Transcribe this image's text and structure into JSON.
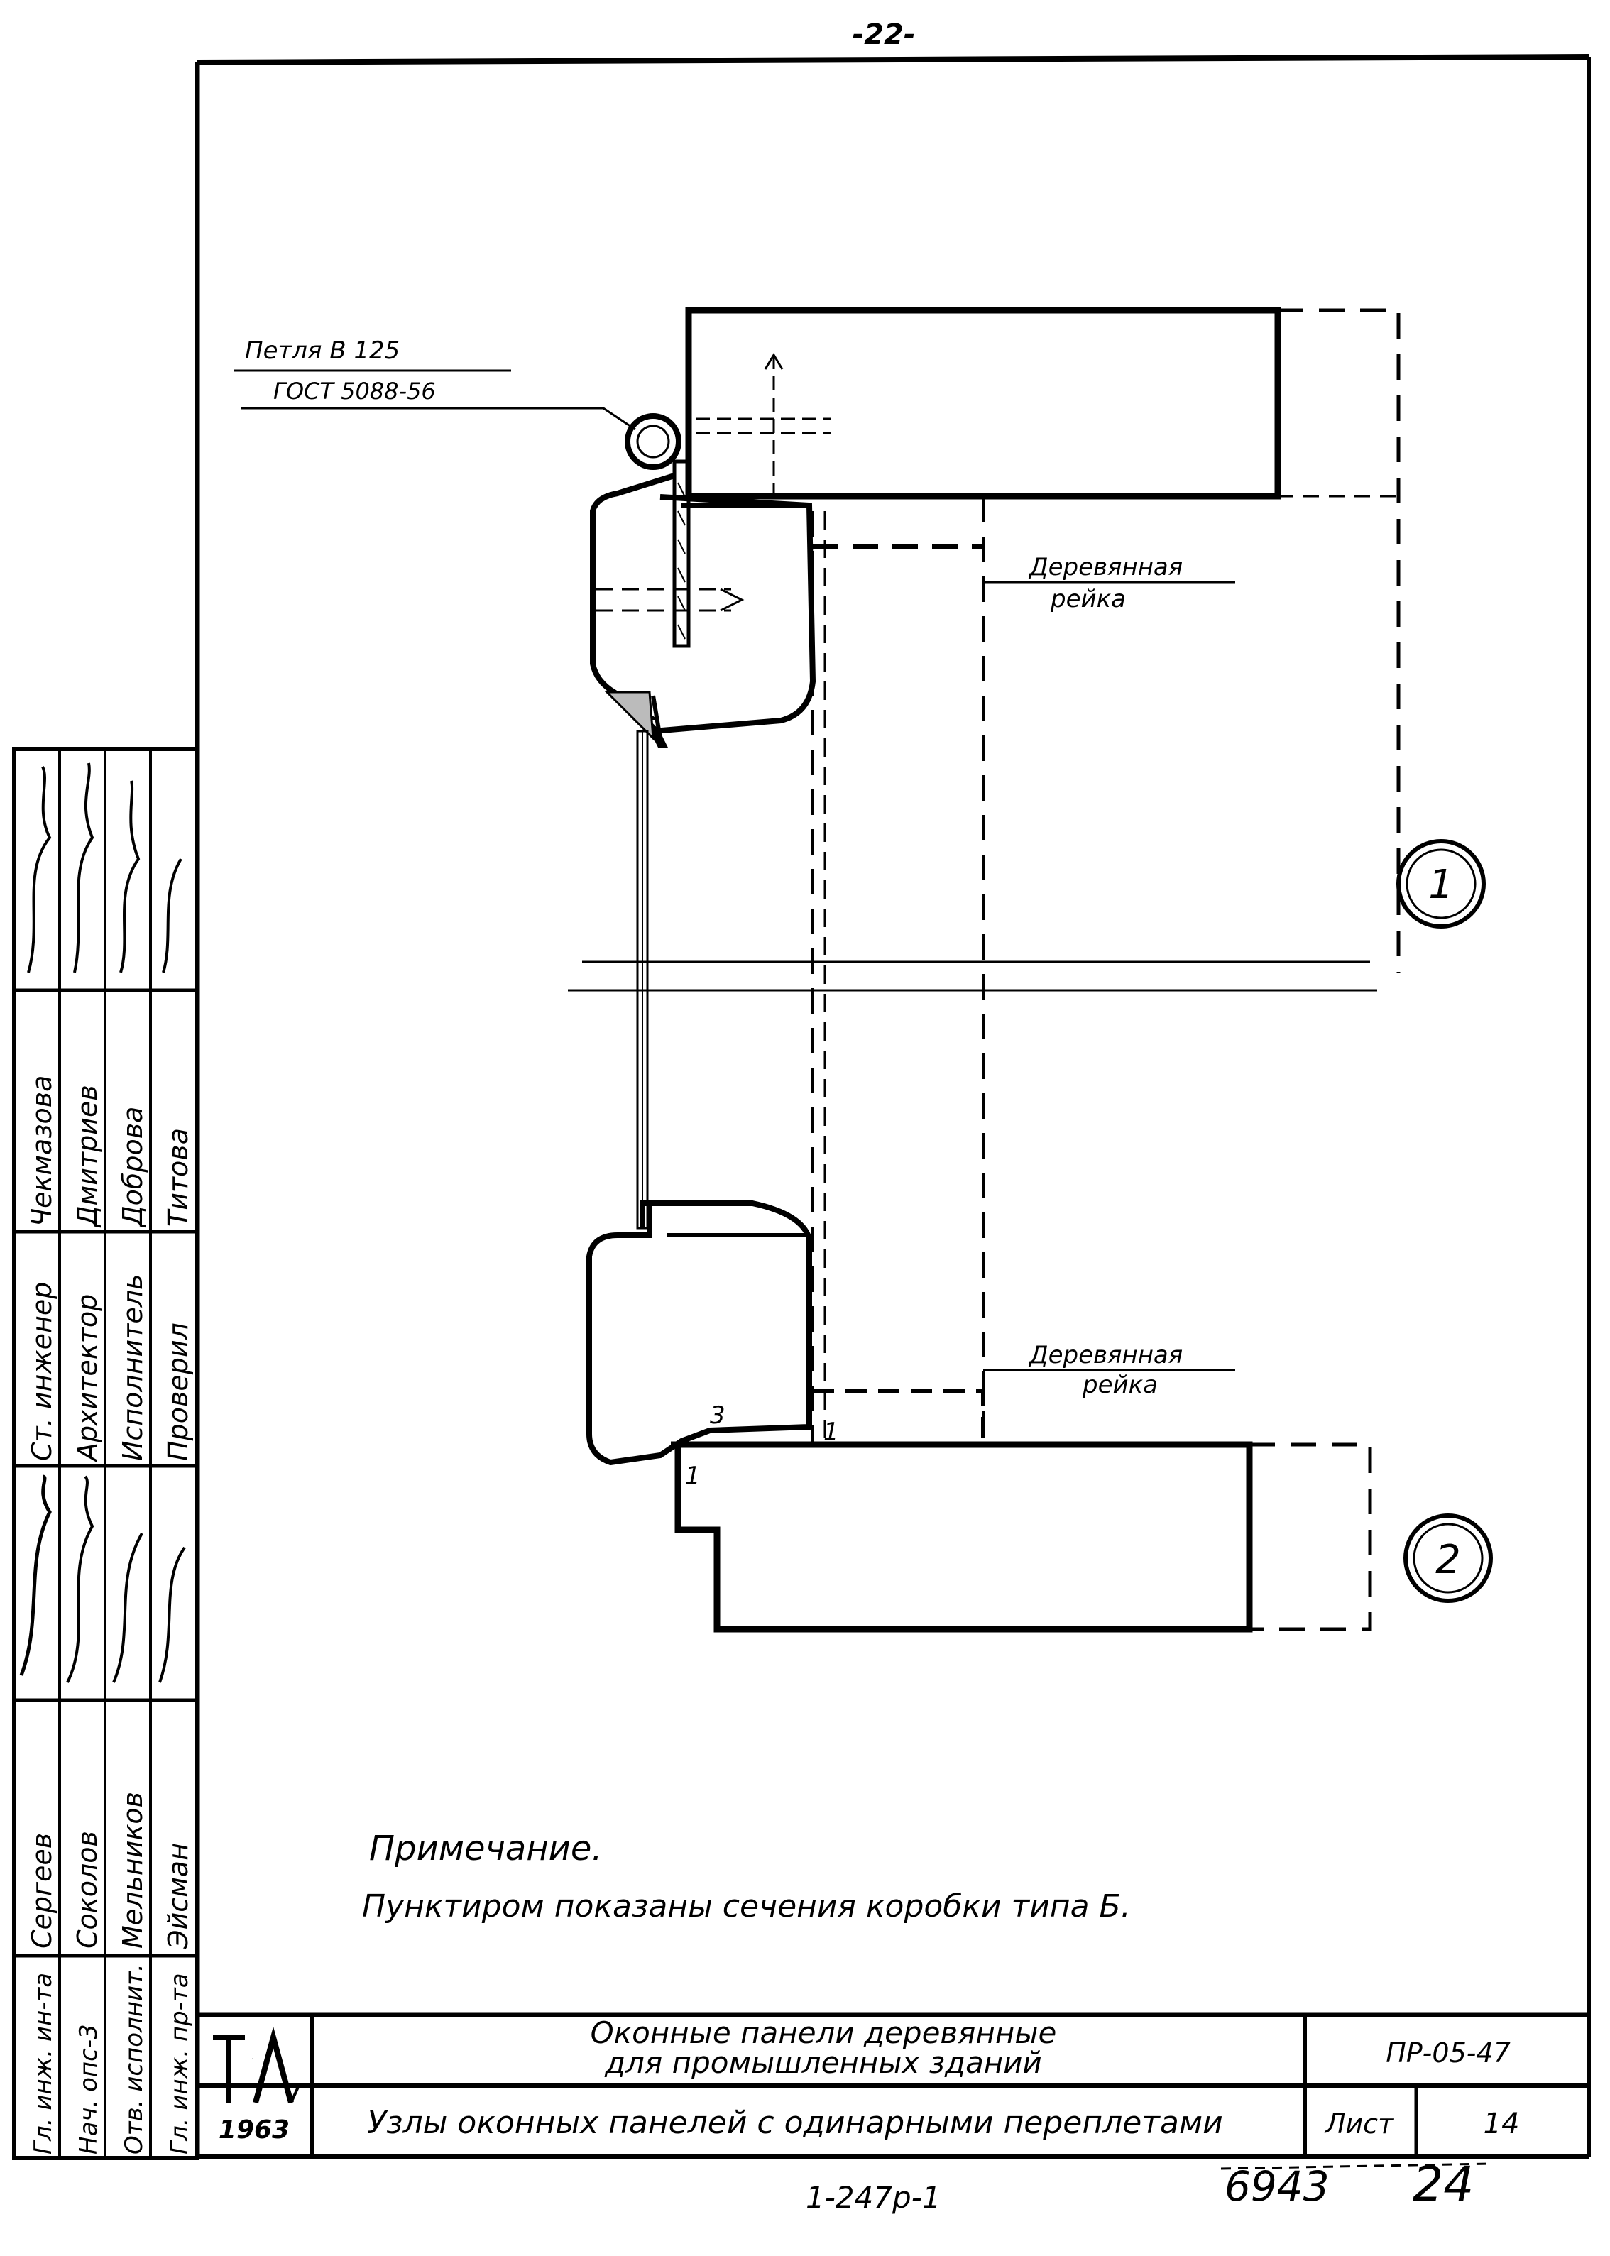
{
  "page_number": "-22-",
  "labels": {
    "hinge_line1": "Петля В 125",
    "hinge_line2": "ГОСТ 5088-56",
    "rail_top_1": "Деревянная",
    "rail_top_2": "рейка",
    "rail_bottom_1": "Деревянная",
    "rail_bottom_2": "рейка",
    "marker_1": "1",
    "marker_2": "2",
    "num_3": "3",
    "num_1a": "1",
    "num_1b": "1"
  },
  "note": {
    "title": "Примечание.",
    "text": "Пунктиром показаны сечения коробки типа Б."
  },
  "side_stamp": {
    "positions": [
      "Гл. инж. ин-та",
      "Нач. опс-3",
      "Отв. исполнит.",
      "Гл. инж. пр-та"
    ],
    "names_left": [
      "Сергеев",
      "Соколов",
      "Мельников",
      "Эйсман"
    ],
    "roles": [
      "Ст. инженер",
      "Архитектор",
      "Исполнитель",
      "Проверил"
    ],
    "names_right": [
      "Чекмазова",
      "Дмитриев",
      "Доброва",
      "Титова"
    ]
  },
  "title_block": {
    "logo": "ТД",
    "year": "1963",
    "title_line1": "Оконные панели деревянные",
    "title_line2": "для промышленных зданий",
    "subtitle": "Узлы оконных панелей с одинарными переплетами",
    "code": "ПР-05-47",
    "sheet_label": "Лист",
    "sheet_number": "14"
  },
  "footer": {
    "series": "1-247р-1",
    "order": "6943",
    "page": "24"
  }
}
